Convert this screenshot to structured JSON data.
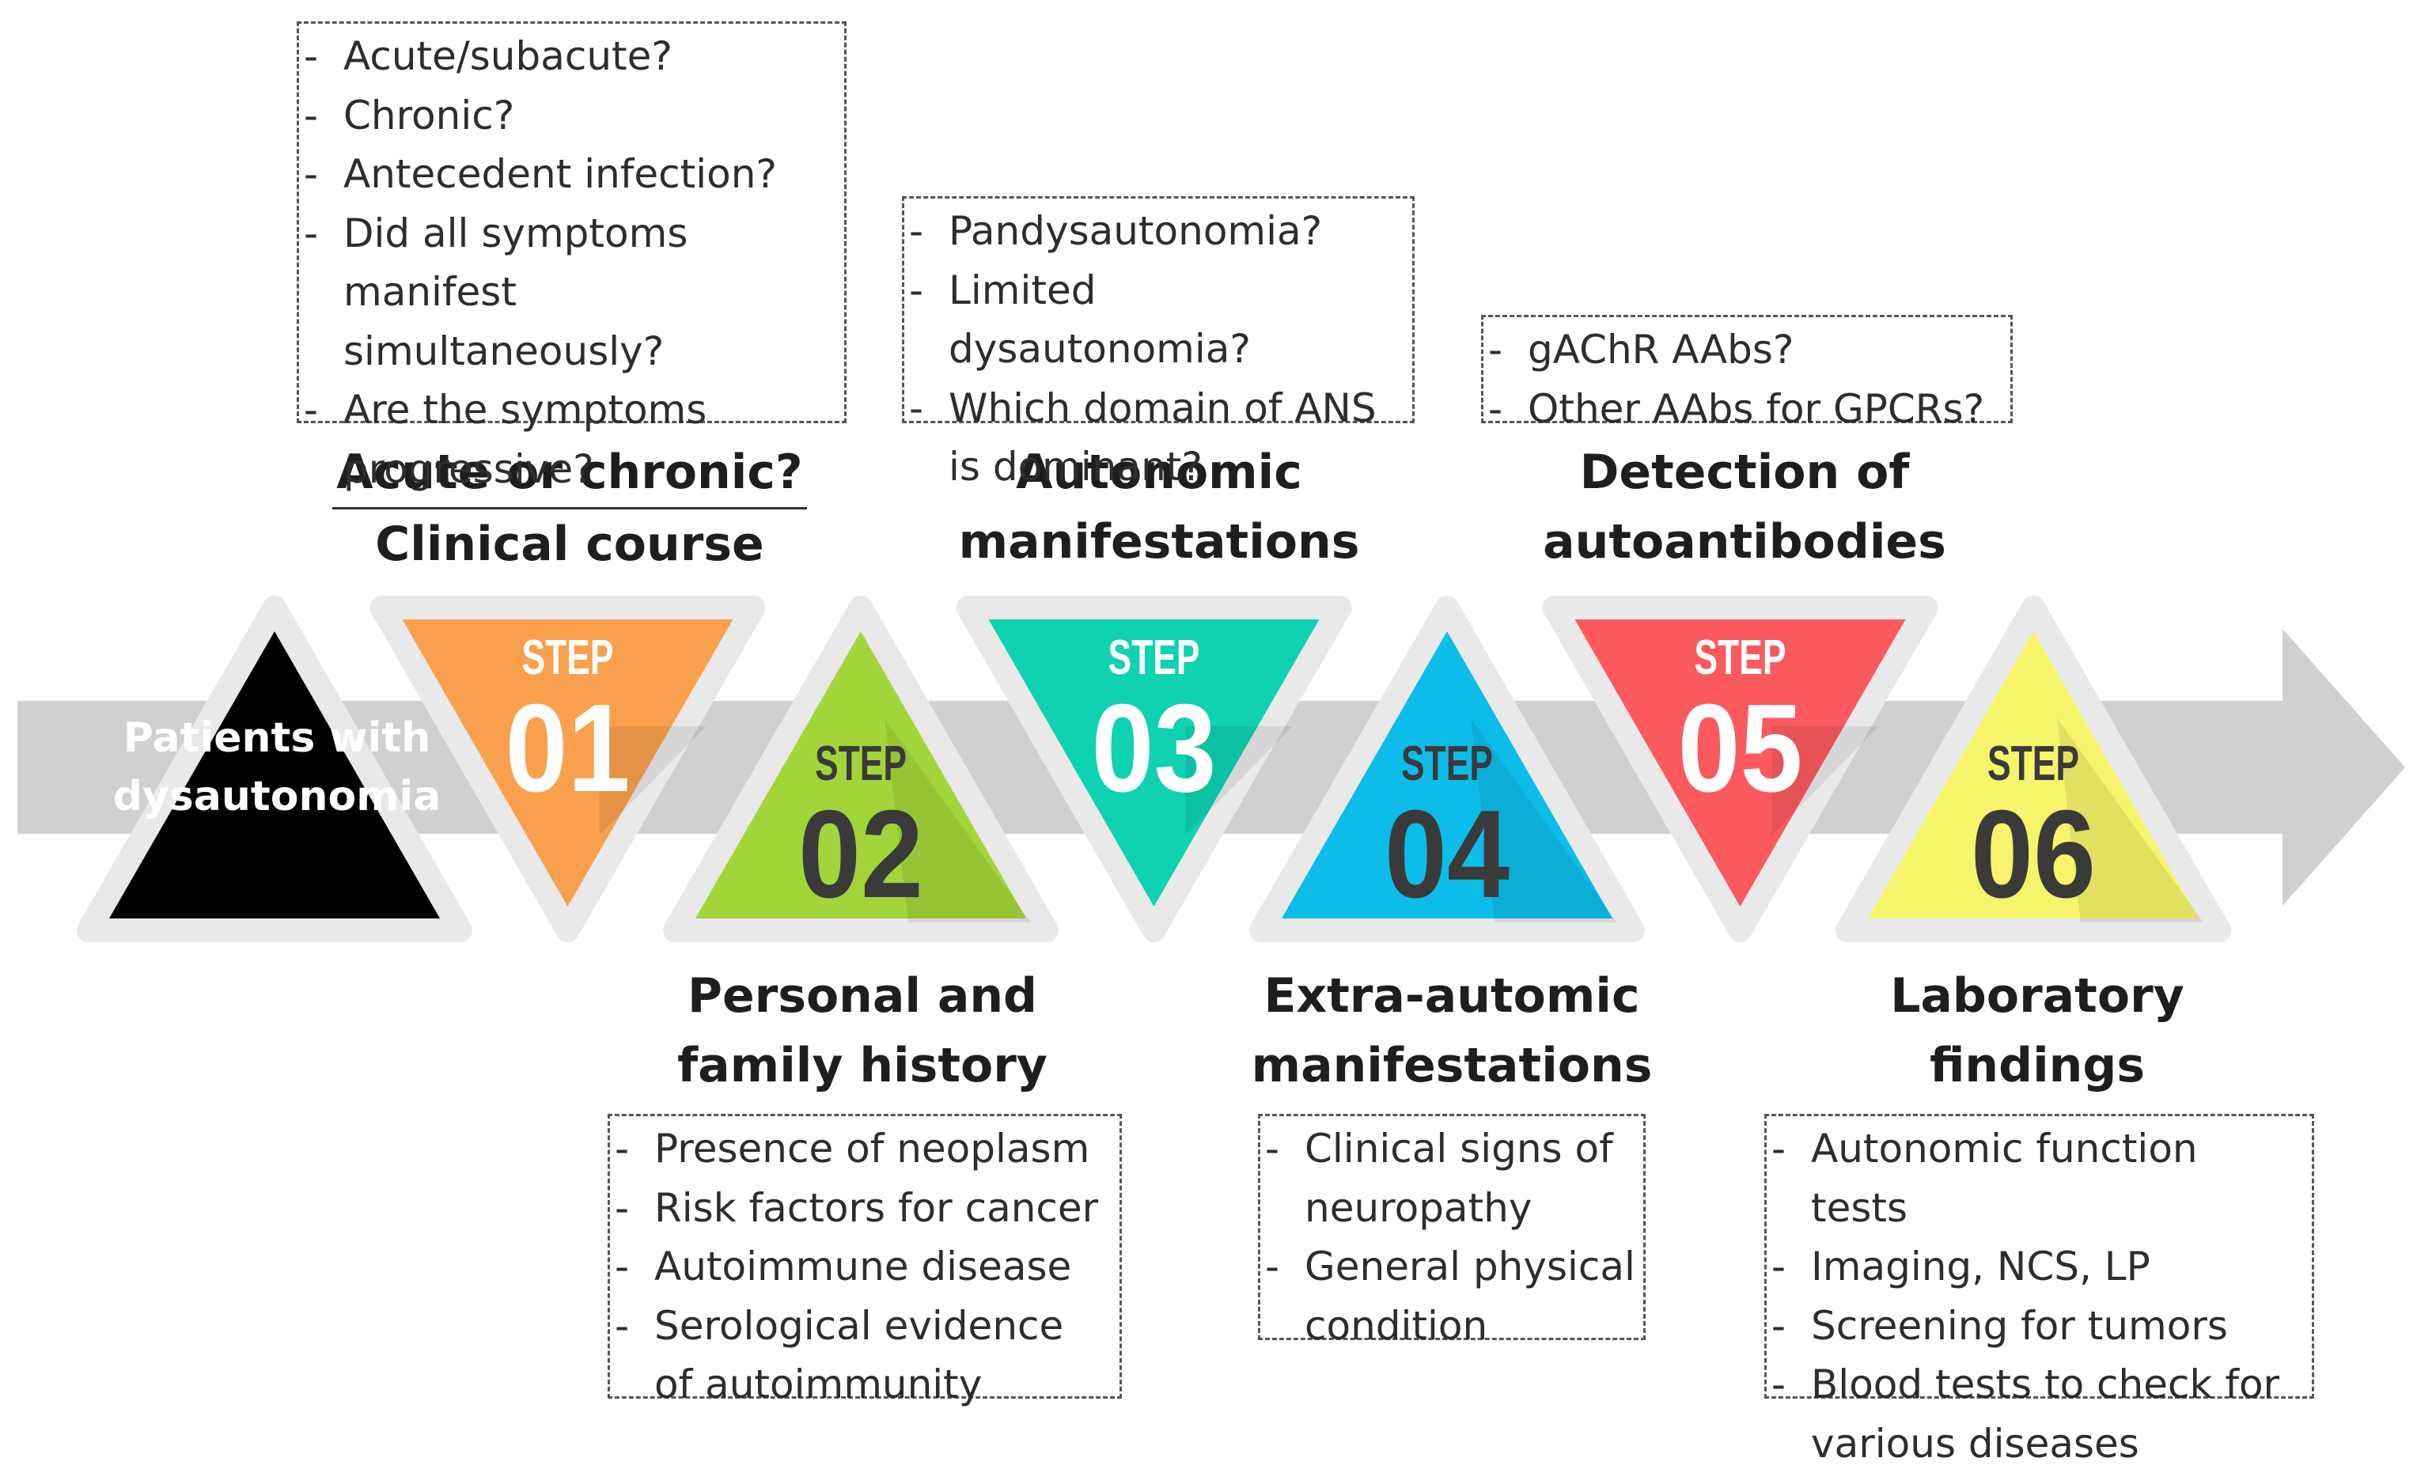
{
  "start_label": [
    "Patients with",
    "dysautonomia"
  ],
  "step_word": "STEP",
  "steps": [
    {
      "number": "01",
      "color": "#F9A04E",
      "title_lines": [
        "Acute or chronic?",
        "Clinical course"
      ],
      "questions": [
        "Acute/subacute?",
        "Chronic?",
        "Antecedent infection?",
        "Did all symptoms manifest simultaneously?",
        "Are the symptoms progressive?"
      ]
    },
    {
      "number": "02",
      "color": "#A2D53A",
      "title_lines": [
        "Personal and",
        "family history"
      ],
      "questions": [
        "Presence of neoplasm",
        "Risk factors for cancer",
        "Autoimmune disease",
        "Serological evidence of autoimmunity"
      ]
    },
    {
      "number": "03",
      "color": "#0FD2B1",
      "title_lines": [
        "Autonomic",
        "manifestations"
      ],
      "questions": [
        "Pandysautonomia?",
        "Limited dysautonomia?",
        "Which domain of ANS is dominant?"
      ]
    },
    {
      "number": "04",
      "color": "#0CBDEA",
      "title_lines": [
        "Extra-automic",
        "manifestations"
      ],
      "questions": [
        "Clinical signs of neuropathy",
        "General physical condition"
      ]
    },
    {
      "number": "05",
      "color": "#FA5A5E",
      "title_lines": [
        "Detection of",
        "autoantibodies"
      ],
      "questions": [
        "gAChR AAbs?",
        "Other AAbs for GPCRs?"
      ]
    },
    {
      "number": "06",
      "color": "#F6F46A",
      "title_lines": [
        "Laboratory",
        "findings"
      ],
      "questions": [
        "Autonomic function tests",
        "Imaging, NCS, LP",
        "Screening for tumors",
        "Blood tests to check for various diseases"
      ]
    }
  ],
  "colors": {
    "arrow": "#D0D0D0",
    "triangle_border": "#E9E9E9",
    "start_triangle": "#000000",
    "dark_number": "#3A3A3A",
    "light_number": "#FFFFFF"
  }
}
